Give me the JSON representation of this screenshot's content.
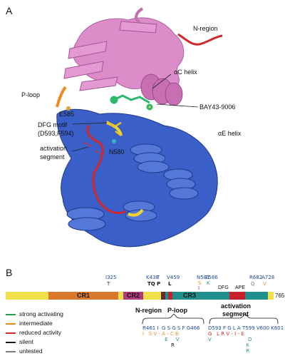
{
  "panel_a": {
    "letter": "A",
    "labels": {
      "n_region": "N-region",
      "ac_helix": "αC helix",
      "p_loop": "P-loop",
      "e585": "E585",
      "bay": "BAY43-9006",
      "dfg_1": "DFG motif",
      "dfg_2": "(D593,F594)",
      "ae_helix": "αE helix",
      "n580": "N580",
      "act_1": "activation",
      "act_2": "segment"
    }
  },
  "panel_b": {
    "letter": "B",
    "end_number": "765",
    "domains": {
      "cr1": "CR1",
      "cr2": "CR2",
      "cr3": "CR3"
    },
    "region_labels": {
      "n_region": "N-region",
      "p_loop": "P-loop",
      "act_1": "activation",
      "act_2": "segment",
      "dfg": "DFG",
      "ape": "APE"
    },
    "top_mutations": {
      "i325": "I325",
      "i325_sub": "T",
      "k438": "K438",
      "t439": "T",
      "tq": "TQ",
      "p": "P",
      "v459": "V459",
      "v459_sub": "L",
      "n581": "N581",
      "n581_sub": "S",
      "n581_sub2": "I",
      "e586": "E586",
      "e586_sub": "K",
      "r682": "R682",
      "r682_sub": "Q",
      "a728": "A728",
      "a728_sub": "V"
    },
    "ploop_seq": "R461 I  G S G S F G466",
    "ploop_sub1": "I   S V - A - C E",
    "ploop_sub2": "              E     V",
    "ploop_sub3": "                  R",
    "act_seq": "D593 F G L A T599 V600 K601",
    "act_sub1": "G   L R V - I - E",
    "act_sub2": "V                       D",
    "act_sub3": "                        K",
    "act_sub4": "                        R",
    "legend": [
      {
        "label": "strong activating",
        "color": "#22a05a"
      },
      {
        "label": "intermediate",
        "color": "#f08a1e"
      },
      {
        "label": "reduced activity",
        "color": "#d8282c"
      },
      {
        "label": "silent",
        "color": "#1a1a1a"
      },
      {
        "label": "untested",
        "color": "#7a7a7a"
      }
    ],
    "colors": {
      "backbone": "#f2e04a",
      "cr1": "#d9772a",
      "cr2": "#b33a7e",
      "cr3": "#1f8f8c",
      "red": "#c8202a",
      "n_region_mark": "#6a2a2a"
    }
  }
}
